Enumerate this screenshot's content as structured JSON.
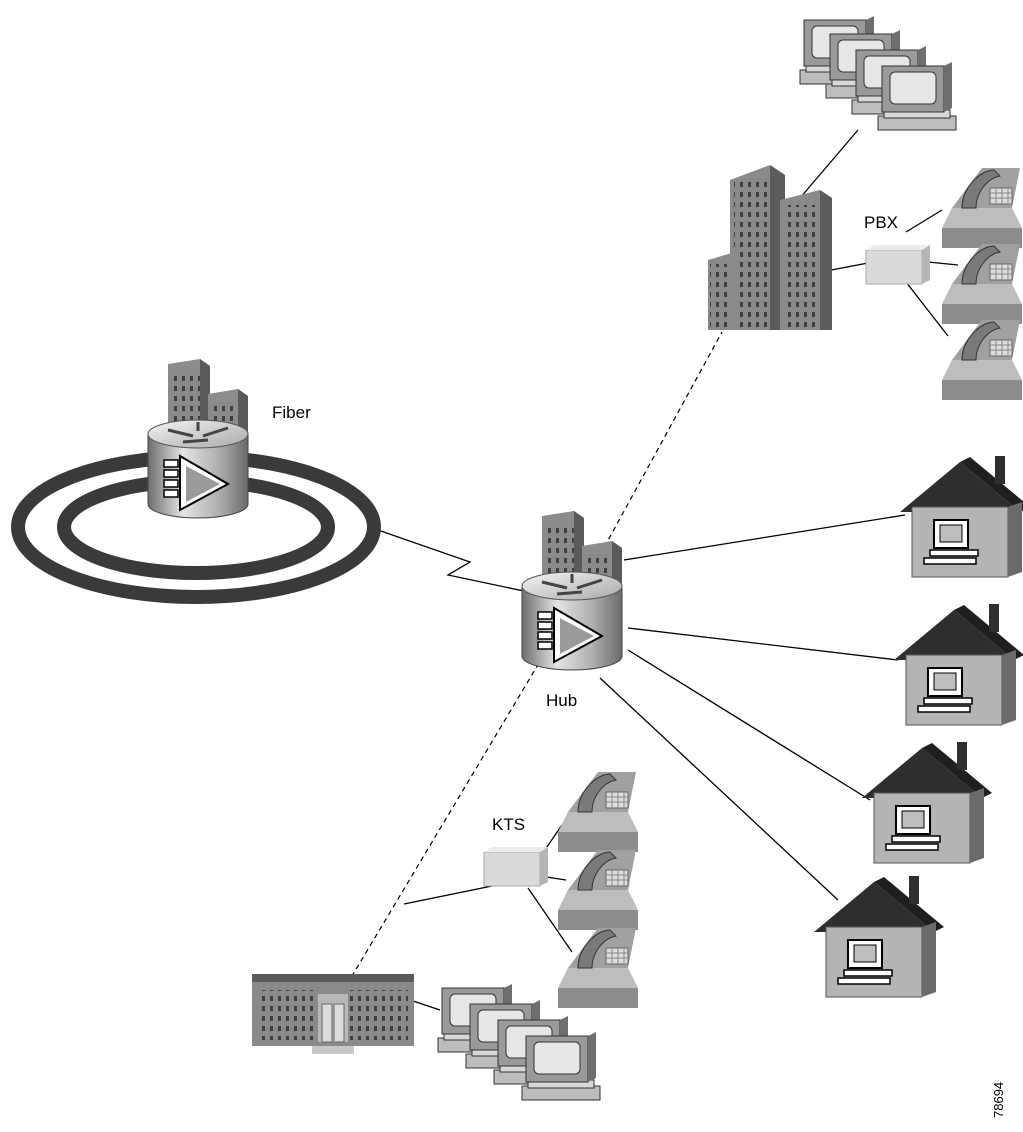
{
  "labels": {
    "fiber": "Fiber",
    "hub": "Hub",
    "pbx": "PBX",
    "kts": "KTS",
    "figure_id": "78694"
  },
  "icons": {
    "router": "router-icon",
    "office": "office-building-icon",
    "school": "low-building-icon",
    "house": "house-with-computer-icon",
    "phone": "telephone-icon",
    "pc": "workstation-icon",
    "switchbox": "pbx-box-icon"
  },
  "colors": {
    "building_front": "#8a8a8a",
    "building_side": "#5c5c5c",
    "ring": "#3a3a3a",
    "house_front": "#b4b4b4",
    "roof": "#2e2e2e",
    "phone": "#8c8c8c",
    "box": "#d9d9d9"
  }
}
